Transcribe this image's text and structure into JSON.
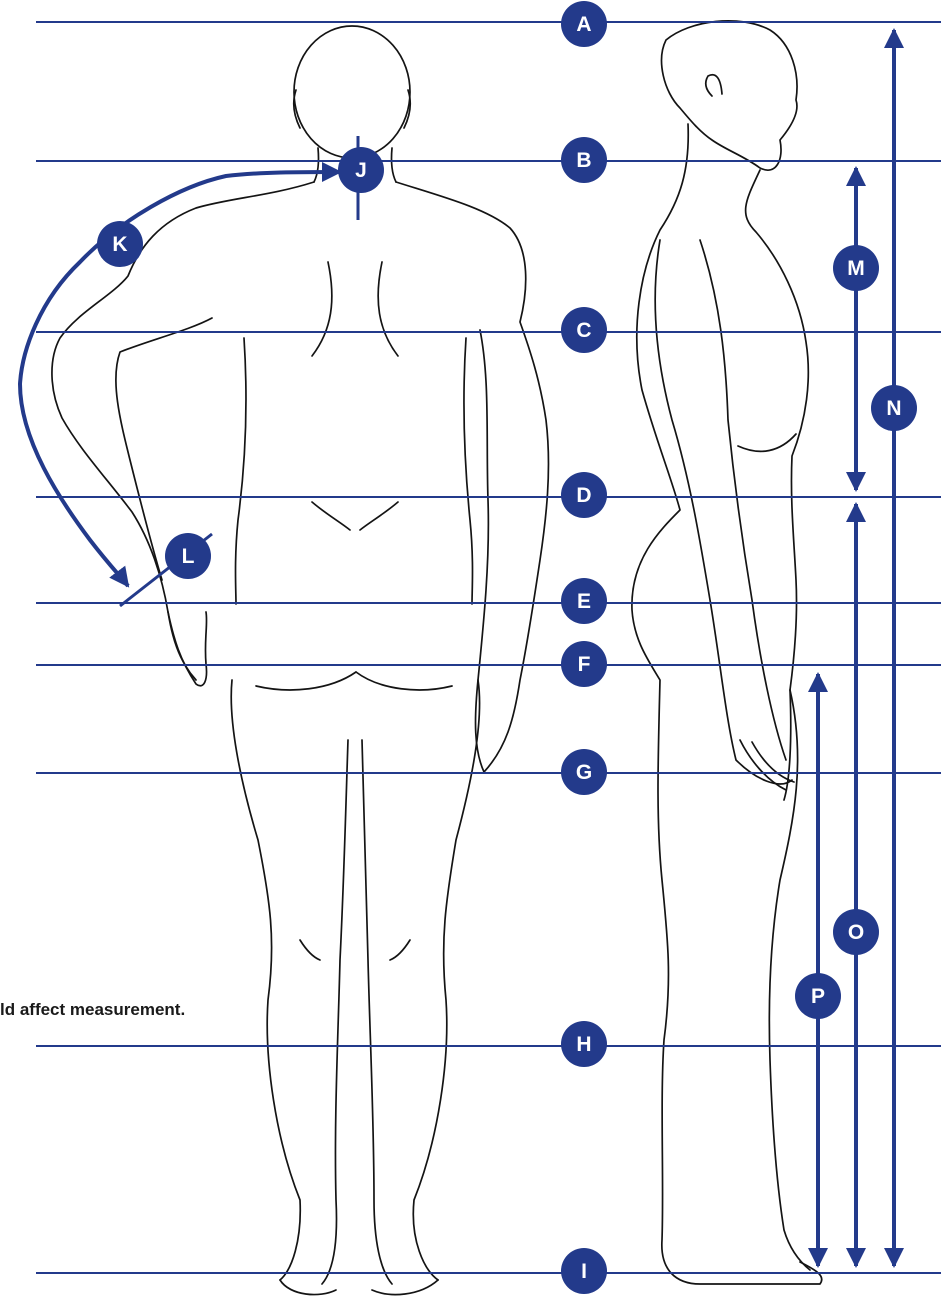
{
  "diagram": {
    "accent_color": "#233a8b",
    "outline_color": "#141414",
    "horizontal_labels": [
      "A",
      "B",
      "C",
      "D",
      "E",
      "F",
      "G",
      "H",
      "I"
    ],
    "marker_labels": {
      "J": "J",
      "K": "K",
      "L": "L",
      "M": "M",
      "N": "N",
      "O": "O",
      "P": "P"
    },
    "note_text": "ld affect measurement."
  }
}
